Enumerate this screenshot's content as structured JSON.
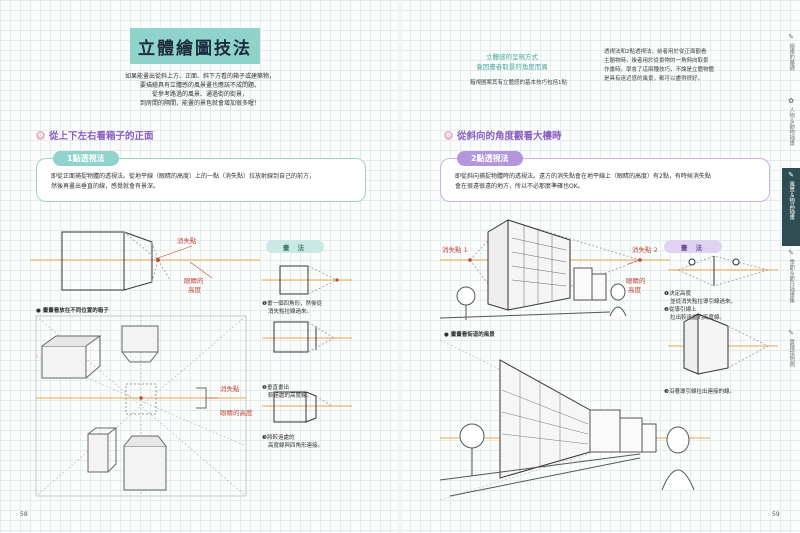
{
  "left_page": {
    "title": "立體繪圖技法",
    "intro_lines": [
      "如果能畫出從斜上方、正面、斜下方看的箱子或建築物，",
      "要描繪具有立體感的風景畫也應該不成問題。",
      "從參考路過的風景、通過街的街景，",
      "到房間的隔間，能畫的景色就會增加很多喔！"
    ],
    "section_number": "❶",
    "section_title": "從上下左右看箱子的正面",
    "method_tab": "1點透視法",
    "method_lines": [
      "即從正面捕捉物體的透視法。從地平線（眼睛的高度）上的一點（消失點）拉放射線到自己的前方，",
      "然後再畫出垂直的線，感覺就會有景深。"
    ],
    "diagram_labels": {
      "vanishing_point": "消失點",
      "eye_level_1": "眼睛的",
      "eye_level_2": "高度"
    },
    "drawing_pill": "畫 法",
    "steps": [
      {
        "num": "❶",
        "lines": [
          "畫一個四角形，然後從",
          "消失點拉線過來。"
        ]
      },
      {
        "num": "❷",
        "lines": [
          "垂直畫出",
          "較遠處的高度線。"
        ]
      },
      {
        "num": "❸",
        "lines": [
          "將較遠處的",
          "高度線與四角形連接。"
        ]
      }
    ],
    "caption": "畫畫看放在不同位置的箱子",
    "box_labels": {
      "vp": "消失點",
      "eye": "眼睛的高度"
    },
    "page_number": "58"
  },
  "right_page": {
    "quote_lead": [
      "立體感的呈現方式",
      "會因畫者取景的角度而異"
    ],
    "quote_sub": "箱視圖案其有立體感的基本技巧包括1點",
    "quote_right": [
      "透視法和2點透視法，前者用於從正面觀看",
      "主題物時，後者用於從景物的一角斜向取景",
      "作畫時。學會了這兩種技巧，不論是立體物體",
      "是具有遠近感的風景，都可以盡得很好。"
    ],
    "section_number": "❷",
    "section_title": "從斜向的角度觀看大樓時",
    "method_tab": "2點透視法",
    "method_lines": [
      "即從斜向捕捉物體時的透視法。遠方的消失點會在地平線上（眼睛的高度）有2點，有時候消失點",
      "會在很遠很遠的地方，所以不必那麼準確也OK。"
    ],
    "labels": {
      "vp1": "消失點 1",
      "vp2": "消失點 2",
      "eye_1": "眼睛的",
      "eye_2": "高度"
    },
    "drawing_pill": "畫 法",
    "steps": [
      {
        "num": "❶",
        "lines": [
          "決定高度"
        ]
      },
      {
        "num": "",
        "lines": [
          "並從消失點拉導引線過來。"
        ]
      },
      {
        "num": "❷",
        "lines": [
          "從導引線上"
        ]
      },
      {
        "num": "",
        "lines": [
          "拉出較遠處的高度線。"
        ]
      },
      {
        "num": "❸",
        "lines": [
          "沿著導引線拉出連接的線。"
        ]
      }
    ],
    "caption": "畫畫看街道的風景",
    "page_number": "59"
  },
  "sidebar": {
    "tabs": [
      {
        "icon": "✎",
        "label": "繪畫的基礎"
      },
      {
        "icon": "✿",
        "label": "人物＆動物插畫"
      },
      {
        "icon": "✎",
        "label": "風景＆物品插畫"
      },
      {
        "icon": "✎",
        "label": "季節＆節日插畫集"
      },
      {
        "icon": "✎",
        "label": "實踐說明圖"
      }
    ]
  }
}
